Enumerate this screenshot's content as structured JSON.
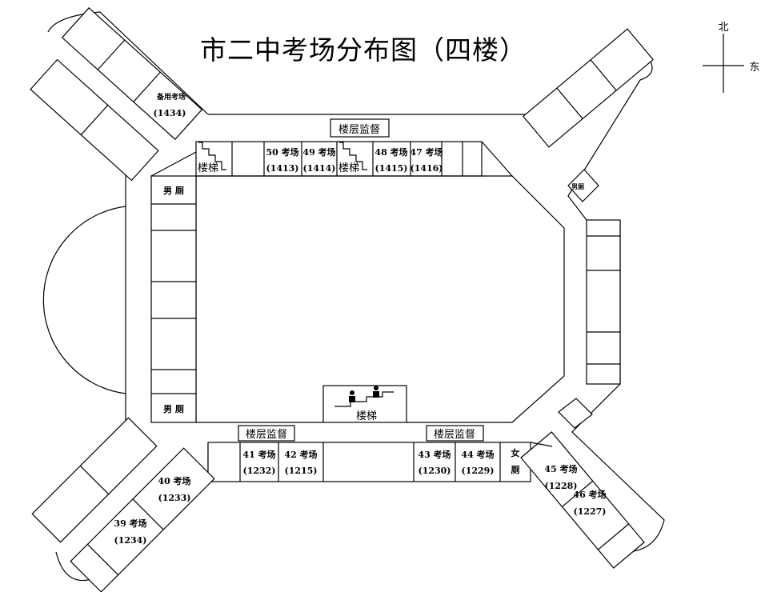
{
  "title": "市二中考场分布图（四楼）",
  "compass": {
    "north": "北",
    "east": "东"
  },
  "supervisor": "楼层监督",
  "stairs": "楼梯",
  "mens_restroom": "男 厕",
  "mens_restroom_small": "男厕",
  "womens_restroom": [
    "女",
    "厕"
  ],
  "rooms": {
    "spare": {
      "name": "备用考场",
      "code": "(1434)"
    },
    "r50": {
      "name": "50 考场",
      "code": "(1413)"
    },
    "r49": {
      "name": "49 考场",
      "code": "(1414)"
    },
    "r48": {
      "name": "48 考场",
      "code": "(1415)"
    },
    "r47": {
      "name": "47 考场",
      "code": "(1416)"
    },
    "r41": {
      "name": "41 考场",
      "code": "(1232)"
    },
    "r42": {
      "name": "42 考场",
      "code": "(1215)"
    },
    "r43": {
      "name": "43 考场",
      "code": "(1230)"
    },
    "r44": {
      "name": "44 考场",
      "code": "(1229)"
    },
    "r45": {
      "name": "45 考场",
      "code": "(1228)"
    },
    "r46": {
      "name": "46 考场",
      "code": "(1227)"
    },
    "r40": {
      "name": "40 考场",
      "code": "(1233)"
    },
    "r39": {
      "name": "39 考场",
      "code": "(1234)"
    }
  }
}
